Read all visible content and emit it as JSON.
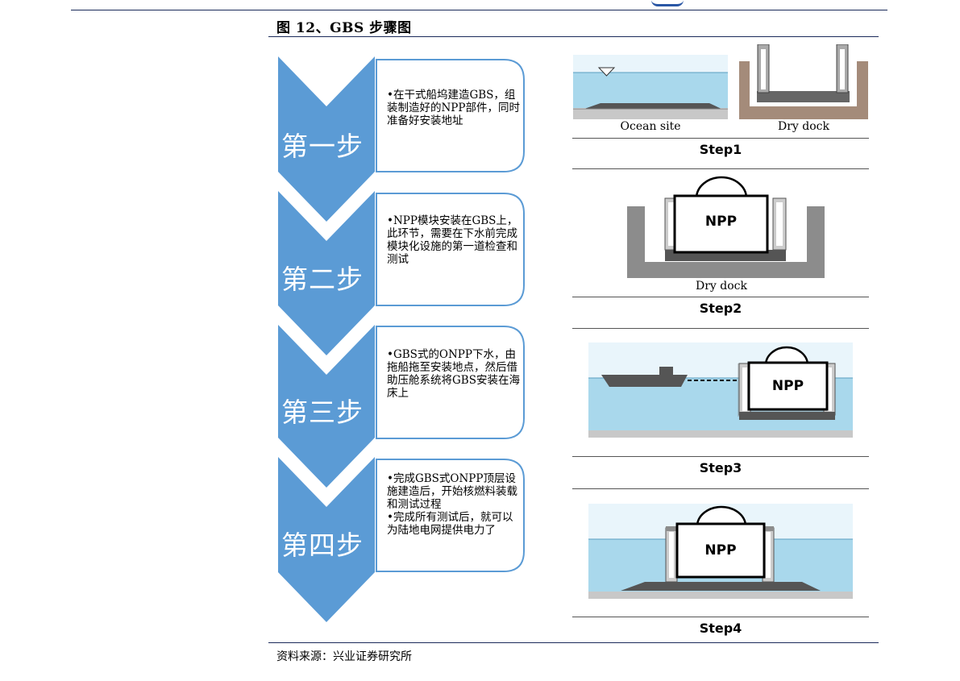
{
  "header": {
    "title": "图 12、GBS 步骤图"
  },
  "steps": [
    {
      "label": "第一步",
      "bullets": [
        "•在干式船坞建造GBS，组装制造好的NPP部件，同时准备好安装地址"
      ]
    },
    {
      "label": "第二步",
      "bullets": [
        "•NPP模块安装在GBS上，此环节，需要在下水前完成模块化设施的第一道检查和测试"
      ]
    },
    {
      "label": "第三步",
      "bullets": [
        "•GBS式的ONPP下水，由拖船拖至安装地点，然后借助压舱系统将GBS安装在海床上"
      ]
    },
    {
      "label": "第四步",
      "bullets": [
        "•完成GBS式ONPP顶层设施建造后，开始核燃料装载和测试过程",
        "•完成所有测试后，就可以为陆地电网提供电力了"
      ]
    }
  ],
  "illustrations": {
    "step1": {
      "caption": "Step1",
      "ocean_label": "Ocean site",
      "dock_label": "Dry dock"
    },
    "step2": {
      "caption": "Step2",
      "dock_label": "Dry dock",
      "npp_label": "NPP"
    },
    "step3": {
      "caption": "Step3",
      "npp_label": "NPP"
    },
    "step4": {
      "caption": "Step4",
      "npp_label": "NPP"
    }
  },
  "footer": {
    "source": "资料来源：兴业证券研究所"
  },
  "colors": {
    "arrow_blue": "#5b9bd5",
    "water": "#a9d8ec",
    "sky": "#e9f5fb",
    "dock_brown": "#a48b7a",
    "dock_grey": "#8c8c8c",
    "ground_grey": "#c8c8c8"
  }
}
